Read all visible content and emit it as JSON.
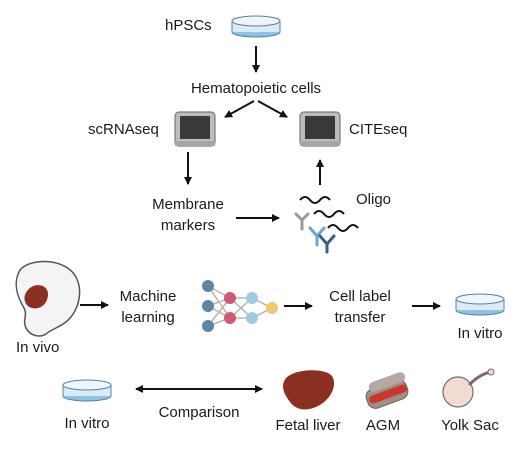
{
  "top": {
    "source": "hPSCs",
    "cells": "Hematopoietic cells",
    "rna_method": "scRNAseq",
    "cite_method": "CITEseq",
    "markers_line1": "Membrane",
    "markers_line2": "markers",
    "oligo": "Oligo"
  },
  "middle": {
    "in_vivo": "In vivo",
    "ml_line1": "Machine",
    "ml_line2": "learning",
    "transfer_line1": "Cell label",
    "transfer_line2": "transfer",
    "in_vitro": "In vitro"
  },
  "bottom": {
    "in_vitro": "In vitro",
    "comparison": "Comparison",
    "fetal_liver": "Fetal liver",
    "agm": "AGM",
    "yolk_sac": "Yolk Sac"
  },
  "colors": {
    "dish_liquid": "#8ec3e6",
    "liver": "#8a2f22",
    "nn_blue": "#5b86a8",
    "nn_pink": "#d05a72",
    "nn_lightblue": "#9fcbe0",
    "nn_yellow": "#f2c96a",
    "antibody_gray": "#9a9a9a",
    "antibody_blue": "#6aa6cf",
    "antibody_dark": "#3b5f80",
    "yolk_sac": "#f2dcd2"
  }
}
